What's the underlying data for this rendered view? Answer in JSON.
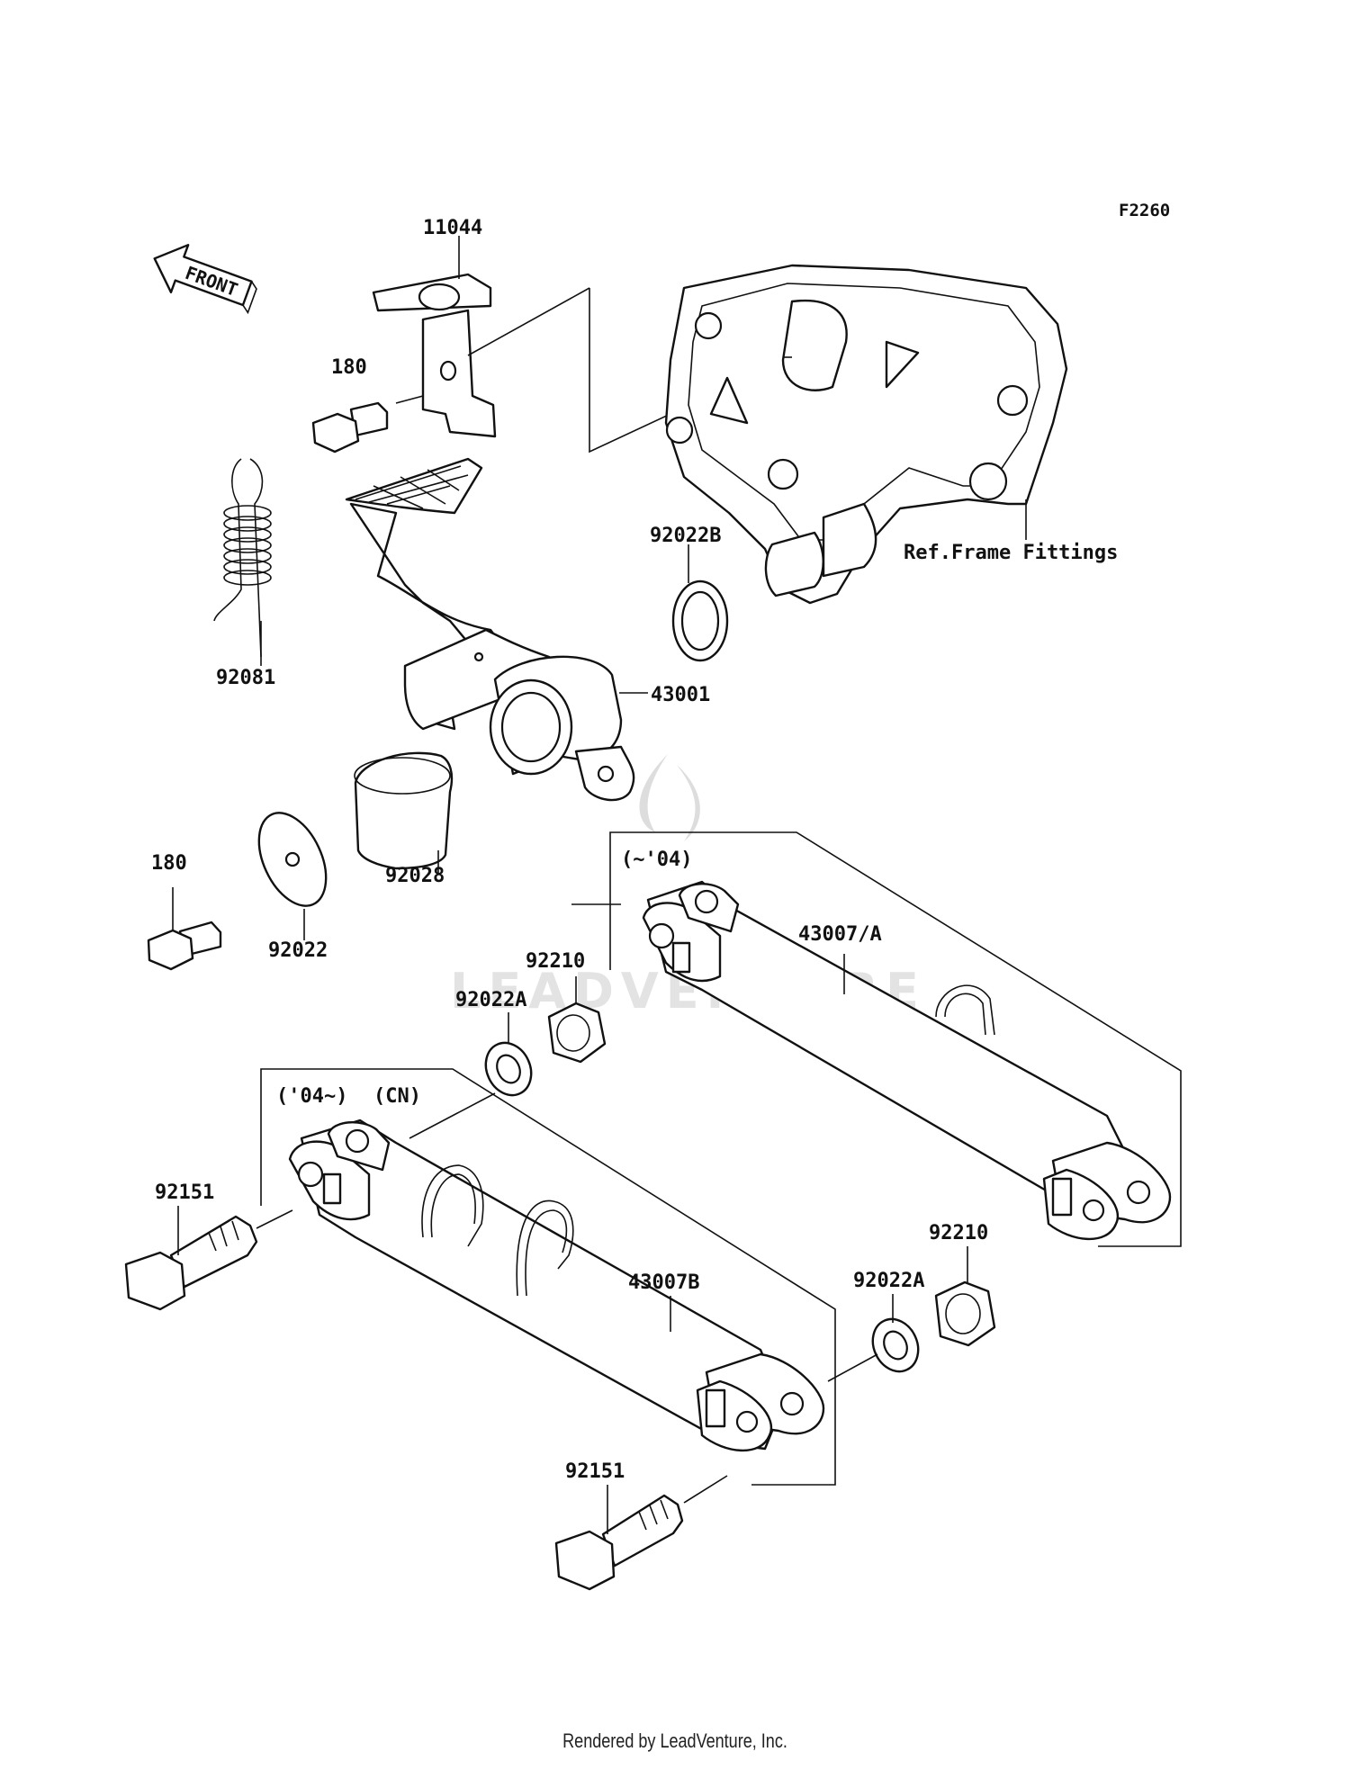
{
  "diagram": {
    "code": "F2260",
    "front_label": "FRONT",
    "ref_label": "Ref.Frame Fittings",
    "parts": [
      {
        "id": "11044"
      },
      {
        "id": "180"
      },
      {
        "id": "92081"
      },
      {
        "id": "92022B"
      },
      {
        "id": "43001"
      },
      {
        "id": "180"
      },
      {
        "id": "92022"
      },
      {
        "id": "92028"
      },
      {
        "id": "92210"
      },
      {
        "id": "92022A"
      },
      {
        "id": "43007/A"
      },
      {
        "id": "92151"
      },
      {
        "id": "43007B"
      },
      {
        "id": "92210"
      },
      {
        "id": "92022A"
      },
      {
        "id": "92151"
      }
    ],
    "notes": {
      "upper_variant": "(~'04)",
      "lower_variant": "('04~)",
      "lower_region": "(CN)"
    }
  },
  "watermark": "LEADVENTURE",
  "footer": "Rendered by LeadVenture, Inc."
}
